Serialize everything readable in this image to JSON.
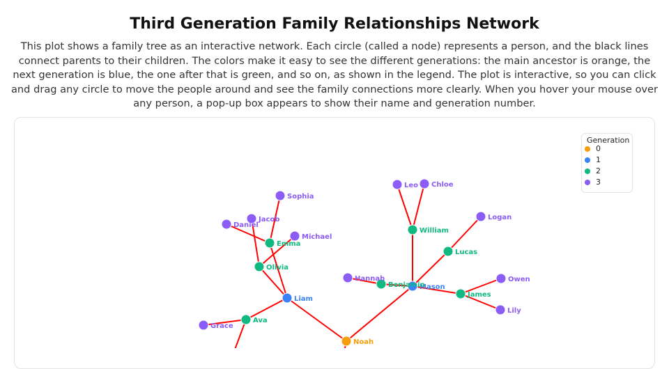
{
  "title": "Third Generation Family Relationships Network",
  "description": "This plot shows a family tree as an interactive network. Each circle (called a node) represents a person, and the black lines connect parents to their children. The colors make it easy to see the different generations: the main ancestor is orange, the next generation is blue, the one after that is green, and so on, as shown in the legend. The plot is interactive, so you can click and drag any circle to move the people around and see the family connections more clearly. When you hover your mouse over any person, a pop-up box appears to show their name and generation number.",
  "legend": {
    "title": "Generation",
    "items": [
      {
        "label": "0",
        "color": "#f59e0b"
      },
      {
        "label": "1",
        "color": "#3b82f6"
      },
      {
        "label": "2",
        "color": "#10b981"
      },
      {
        "label": "3",
        "color": "#8b5cf6"
      }
    ]
  },
  "edge_color": "#ff0000",
  "nodes": [
    {
      "name": "Noah",
      "gen": 0
    },
    {
      "name": "Liam",
      "gen": 1
    },
    {
      "name": "Mason",
      "gen": 1
    },
    {
      "name": "Ava",
      "gen": 2
    },
    {
      "name": "Olivia",
      "gen": 2
    },
    {
      "name": "Emma",
      "gen": 2
    },
    {
      "name": "William",
      "gen": 2
    },
    {
      "name": "Lucas",
      "gen": 2
    },
    {
      "name": "Benjamin",
      "gen": 2
    },
    {
      "name": "James",
      "gen": 2
    },
    {
      "name": "Sophia",
      "gen": 3
    },
    {
      "name": "Jacob",
      "gen": 3
    },
    {
      "name": "Daniel",
      "gen": 3
    },
    {
      "name": "Michael",
      "gen": 3
    },
    {
      "name": "Grace",
      "gen": 3
    },
    {
      "name": "Leo",
      "gen": 3
    },
    {
      "name": "Chloe",
      "gen": 3
    },
    {
      "name": "Logan",
      "gen": 3
    },
    {
      "name": "Hannah",
      "gen": 3
    },
    {
      "name": "Owen",
      "gen": 3
    },
    {
      "name": "Lily",
      "gen": 3
    }
  ],
  "edges": [
    [
      "Noah",
      "Liam"
    ],
    [
      "Noah",
      "Mason"
    ],
    [
      "Liam",
      "Olivia"
    ],
    [
      "Liam",
      "Emma"
    ],
    [
      "Liam",
      "Ava"
    ],
    [
      "Olivia",
      "Jacob"
    ],
    [
      "Olivia",
      "Michael"
    ],
    [
      "Emma",
      "Daniel"
    ],
    [
      "Emma",
      "Sophia"
    ],
    [
      "Ava",
      "Grace"
    ],
    [
      "Mason",
      "William"
    ],
    [
      "Mason",
      "Lucas"
    ],
    [
      "Mason",
      "Benjamin"
    ],
    [
      "Mason",
      "James"
    ],
    [
      "William",
      "Leo"
    ],
    [
      "William",
      "Chloe"
    ],
    [
      "Lucas",
      "Logan"
    ],
    [
      "Benjamin",
      "Hannah"
    ],
    [
      "James",
      "Owen"
    ],
    [
      "James",
      "Lily"
    ]
  ]
}
